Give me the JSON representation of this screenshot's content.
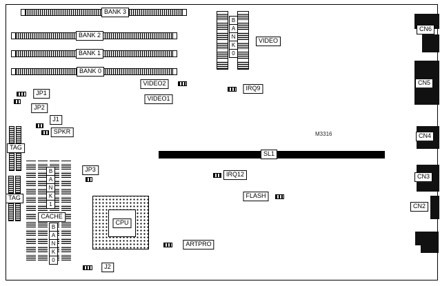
{
  "board": {
    "part_number": "M3316",
    "memory_slots": {
      "bank3": "BANK 3",
      "bank2": "BANK 2",
      "bank1": "BANK 1",
      "bank0": "BANK 0"
    },
    "expansion_slot": {
      "label": "SL1"
    },
    "video_memory": {
      "vertical_label": [
        "B",
        "A",
        "N",
        "K",
        "0"
      ],
      "video": "VIDEO",
      "video1": "VIDEO1",
      "video2": "VIDEO2"
    },
    "jumpers": {
      "jp1": "JP1",
      "jp2": "JP2",
      "jp3": "JP3",
      "j1": "J1",
      "j2": "J2",
      "irq9": "IRQ9",
      "irq12": "IRQ12",
      "spkr": "SPKR",
      "flash": "FLASH",
      "artpro": "ARTPRO"
    },
    "cache": {
      "tag_upper": "TAG",
      "tag_lower": "TAG",
      "bank_upper": [
        "B",
        "A",
        "N",
        "K",
        "1"
      ],
      "label": "CACHE",
      "bank_lower": [
        "B",
        "A",
        "N",
        "K",
        "0"
      ]
    },
    "cpu": {
      "label": "CPU"
    },
    "connectors": {
      "cn6": "CN6",
      "cn5": "CN5",
      "cn4": "CN4",
      "cn3": "CN3",
      "cn2": "CN2"
    }
  }
}
